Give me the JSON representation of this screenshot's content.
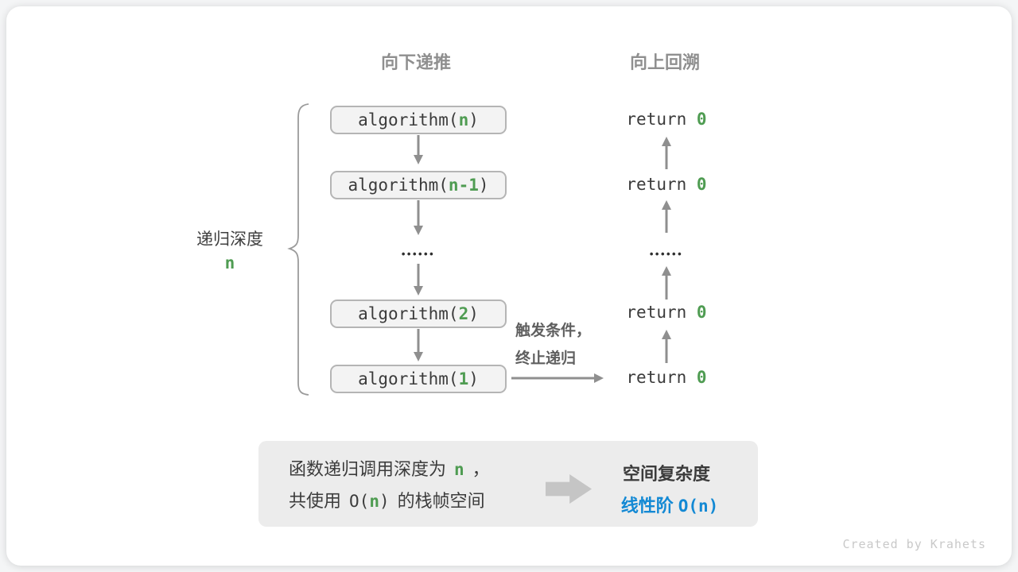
{
  "colors": {
    "green_accent": "#4f9c52",
    "blue_accent": "#1389d4",
    "box_fill": "#f3f3f3",
    "box_border": "#b5b5b5",
    "arrow_gray": "#8f8f8f"
  },
  "headers": {
    "down": "向下递推",
    "up": "向上回溯"
  },
  "depth": {
    "label": "递归深度",
    "value": "n"
  },
  "stack": {
    "frames": [
      {
        "pre": "algorithm(",
        "arg": "n",
        "post": ")"
      },
      {
        "pre": "algorithm(",
        "arg": "n-1",
        "post": ")"
      },
      {
        "pre": "algorithm(",
        "arg": "2",
        "post": ")"
      },
      {
        "pre": "algorithm(",
        "arg": "1",
        "post": ")"
      }
    ],
    "ellipsis": "••••••"
  },
  "returns": {
    "keyword": "return",
    "value": "0",
    "ellipsis": "••••••"
  },
  "trigger": {
    "line1": "触发条件，",
    "line2": "终止递归"
  },
  "summary": {
    "left": {
      "l1_text": "函数递归调用深度为",
      "l1_var": "n",
      "l1_punct": "，",
      "l2_text1": "共使用",
      "l2_code_open": "O(",
      "l2_var": "n",
      "l2_code_close": ")",
      "l2_text2": "的栈帧空间"
    },
    "right": {
      "title": "空间复杂度",
      "grade": "线性阶",
      "big_o": "O(n)"
    }
  },
  "watermark": "Created by Krahets"
}
